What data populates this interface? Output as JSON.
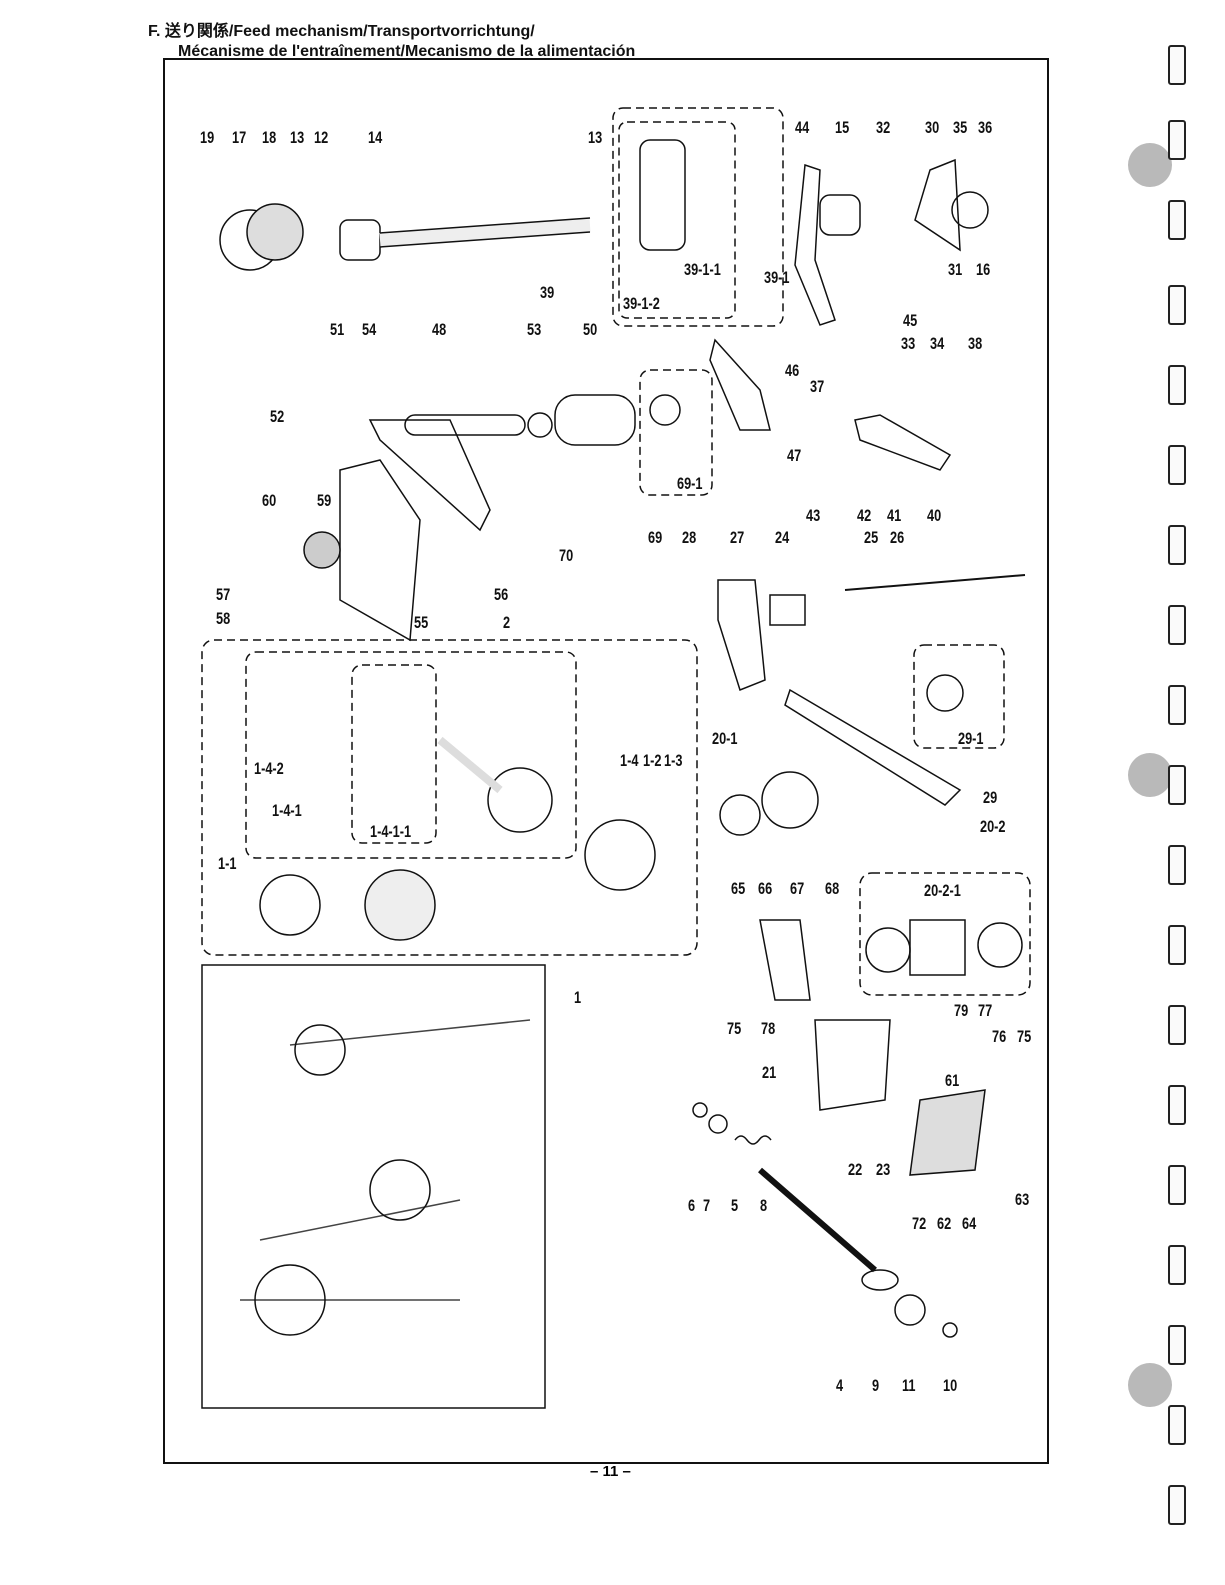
{
  "header": {
    "title_line1": "F. 送り関係/Feed mechanism/Transportvorrichtung/",
    "title_line2": "Mécanisme de l'entraînement/Mecanismo de la alimentación"
  },
  "diagram": {
    "part_labels": [
      "19",
      "17",
      "18",
      "13",
      "12",
      "14",
      "13",
      "44",
      "15",
      "32",
      "30",
      "35",
      "36",
      "31",
      "16",
      "39-1-1",
      "39-1",
      "39",
      "39-1-2",
      "45",
      "51",
      "54",
      "48",
      "53",
      "50",
      "33",
      "34",
      "38",
      "46",
      "37",
      "52",
      "47",
      "69-1",
      "60",
      "59",
      "43",
      "42",
      "41",
      "40",
      "69",
      "28",
      "27",
      "24",
      "25",
      "26",
      "70",
      "57",
      "56",
      "58",
      "55",
      "2",
      "20-1",
      "1-4",
      "1-2",
      "1-3",
      "29-1",
      "1-4-2",
      "29",
      "20-2",
      "1-4-1",
      "1-4-1-1",
      "1-1",
      "65",
      "66",
      "67",
      "68",
      "20-2-1",
      "1",
      "79",
      "77",
      "75",
      "78",
      "76",
      "75",
      "21",
      "61",
      "22",
      "23",
      "6",
      "7",
      "5",
      "8",
      "63",
      "72",
      "62",
      "64",
      "4",
      "9",
      "11",
      "10"
    ]
  },
  "footer": {
    "page_number": "– 11 –"
  },
  "colors": {
    "ink": "#111111",
    "hole": "#b9b9b9"
  }
}
